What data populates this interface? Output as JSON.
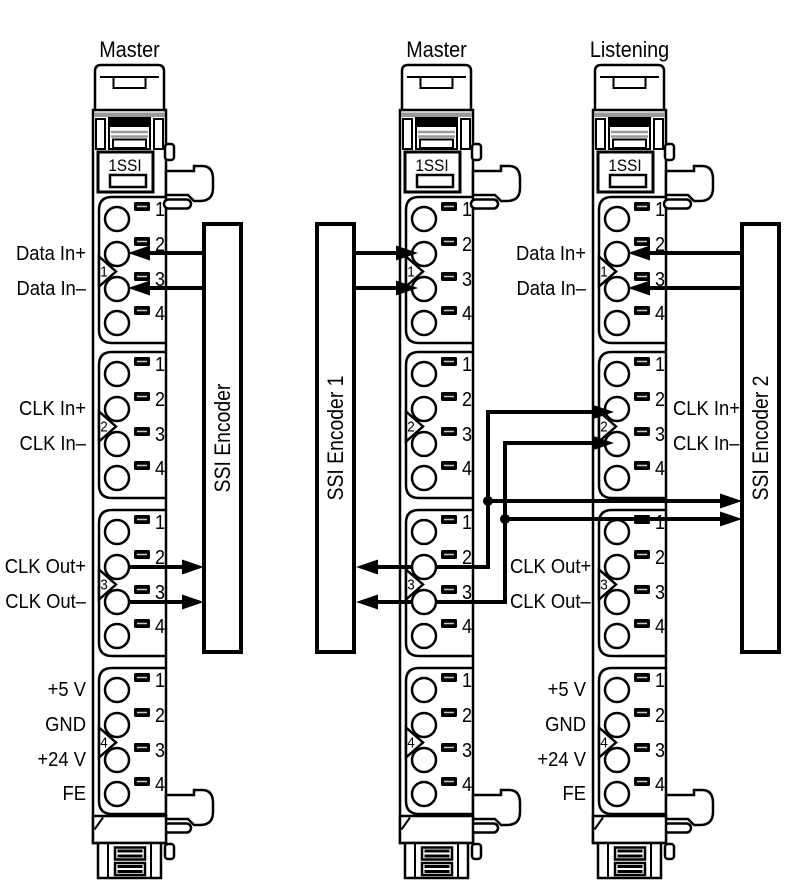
{
  "diagram": {
    "kind": "SSI terminal wiring diagram",
    "background": "#ffffff"
  },
  "colors": {
    "line": "#000000",
    "background": "#ffffff",
    "accent_gray": "#999999",
    "led_slit": "#cccccc"
  },
  "modules": [
    {
      "title": "Master",
      "device_label": "1SSI",
      "groups": [
        {
          "number": "1",
          "terminals": [
            "1",
            "2",
            "3",
            "4"
          ]
        },
        {
          "number": "2",
          "terminals": [
            "1",
            "2",
            "3",
            "4"
          ]
        },
        {
          "number": "3",
          "terminals": [
            "1",
            "2",
            "3",
            "4"
          ]
        },
        {
          "number": "4",
          "terminals": [
            "1",
            "2",
            "3",
            "4"
          ]
        }
      ],
      "labels_left": [
        {
          "text": "Data In+",
          "group": 0,
          "terminal": 1
        },
        {
          "text": "Data In–",
          "group": 0,
          "terminal": 2
        },
        {
          "text": "CLK In+",
          "group": 1,
          "terminal": 1
        },
        {
          "text": "CLK In–",
          "group": 1,
          "terminal": 2
        },
        {
          "text": "CLK Out+",
          "group": 2,
          "terminal": 1
        },
        {
          "text": "CLK Out–",
          "group": 2,
          "terminal": 2
        },
        {
          "text": "+5 V",
          "group": 3,
          "terminal": 0
        },
        {
          "text": "GND",
          "group": 3,
          "terminal": 1
        },
        {
          "text": "+24 V",
          "group": 3,
          "terminal": 2
        },
        {
          "text": "FE",
          "group": 3,
          "terminal": 3
        }
      ],
      "labels_right": []
    },
    {
      "title": "Master",
      "device_label": "1SSI",
      "groups": [
        {
          "number": "1",
          "terminals": [
            "1",
            "2",
            "3",
            "4"
          ]
        },
        {
          "number": "2",
          "terminals": [
            "1",
            "2",
            "3",
            "4"
          ]
        },
        {
          "number": "3",
          "terminals": [
            "1",
            "2",
            "3",
            "4"
          ]
        },
        {
          "number": "4",
          "terminals": [
            "1",
            "2",
            "3",
            "4"
          ]
        }
      ],
      "labels_left": [],
      "labels_right": [
        {
          "text": "CLK Out+",
          "group": 2,
          "terminal": 1
        },
        {
          "text": "CLK Out–",
          "group": 2,
          "terminal": 2
        }
      ]
    },
    {
      "title": "Listening",
      "device_label": "1SSI",
      "groups": [
        {
          "number": "1",
          "terminals": [
            "1",
            "2",
            "3",
            "4"
          ]
        },
        {
          "number": "2",
          "terminals": [
            "1",
            "2",
            "3",
            "4"
          ]
        },
        {
          "number": "3",
          "terminals": [
            "1",
            "2",
            "3",
            "4"
          ]
        },
        {
          "number": "4",
          "terminals": [
            "1",
            "2",
            "3",
            "4"
          ]
        }
      ],
      "labels_left": [
        {
          "text": "Data In+",
          "group": 0,
          "terminal": 1
        },
        {
          "text": "Data In–",
          "group": 0,
          "terminal": 2
        },
        {
          "text": "+5 V",
          "group": 3,
          "terminal": 0
        },
        {
          "text": "GND",
          "group": 3,
          "terminal": 1
        },
        {
          "text": "+24 V",
          "group": 3,
          "terminal": 2
        },
        {
          "text": "FE",
          "group": 3,
          "terminal": 3
        }
      ],
      "labels_right": [
        {
          "text": "CLK In+",
          "group": 1,
          "terminal": 1
        },
        {
          "text": "CLK In–",
          "group": 1,
          "terminal": 2
        }
      ]
    }
  ],
  "encoders": [
    {
      "label": "SSI Encoder"
    },
    {
      "label": "SSI Encoder 1"
    },
    {
      "label": "SSI Encoder 2"
    }
  ],
  "connections": [
    {
      "signal": "Data In+ / Data In–",
      "from": "SSI Encoder",
      "to": "Module 1 (Master) connector 1, terminals 2–3",
      "direction": "encoder → module"
    },
    {
      "signal": "CLK Out+ / CLK Out–",
      "from": "Module 1 (Master) connector 3, terminals 2–3",
      "to": "SSI Encoder",
      "direction": "module → encoder"
    },
    {
      "signal": "Data In+ / Data In–",
      "from": "SSI Encoder 1",
      "to": "Module 2 (Master) connector 1, terminals 2–3",
      "direction": "encoder → module"
    },
    {
      "signal": "CLK Out+ / CLK Out–",
      "from": "Module 2 (Master) connector 3, terminals 2–3",
      "to": "SSI Encoder 1",
      "direction": "module → encoder"
    },
    {
      "signal": "CLK Out+ / CLK Out–",
      "from": "Module 2 (Master) connector 3, terminals 2–3",
      "to": "Module 3 (Listening) CLK In+ / CLK In–, connector 2, terminals 2–3",
      "direction": "module → module"
    },
    {
      "signal": "CLK+ / CLK– (tapped at junction dots)",
      "from": "CLK Out lines of Module 2",
      "to": "SSI Encoder 2",
      "direction": "module → encoder"
    },
    {
      "signal": "Data In+ / Data In–",
      "from": "SSI Encoder 2",
      "to": "Module 3 (Listening) connector 1, terminals 2–3",
      "direction": "encoder → module"
    }
  ]
}
